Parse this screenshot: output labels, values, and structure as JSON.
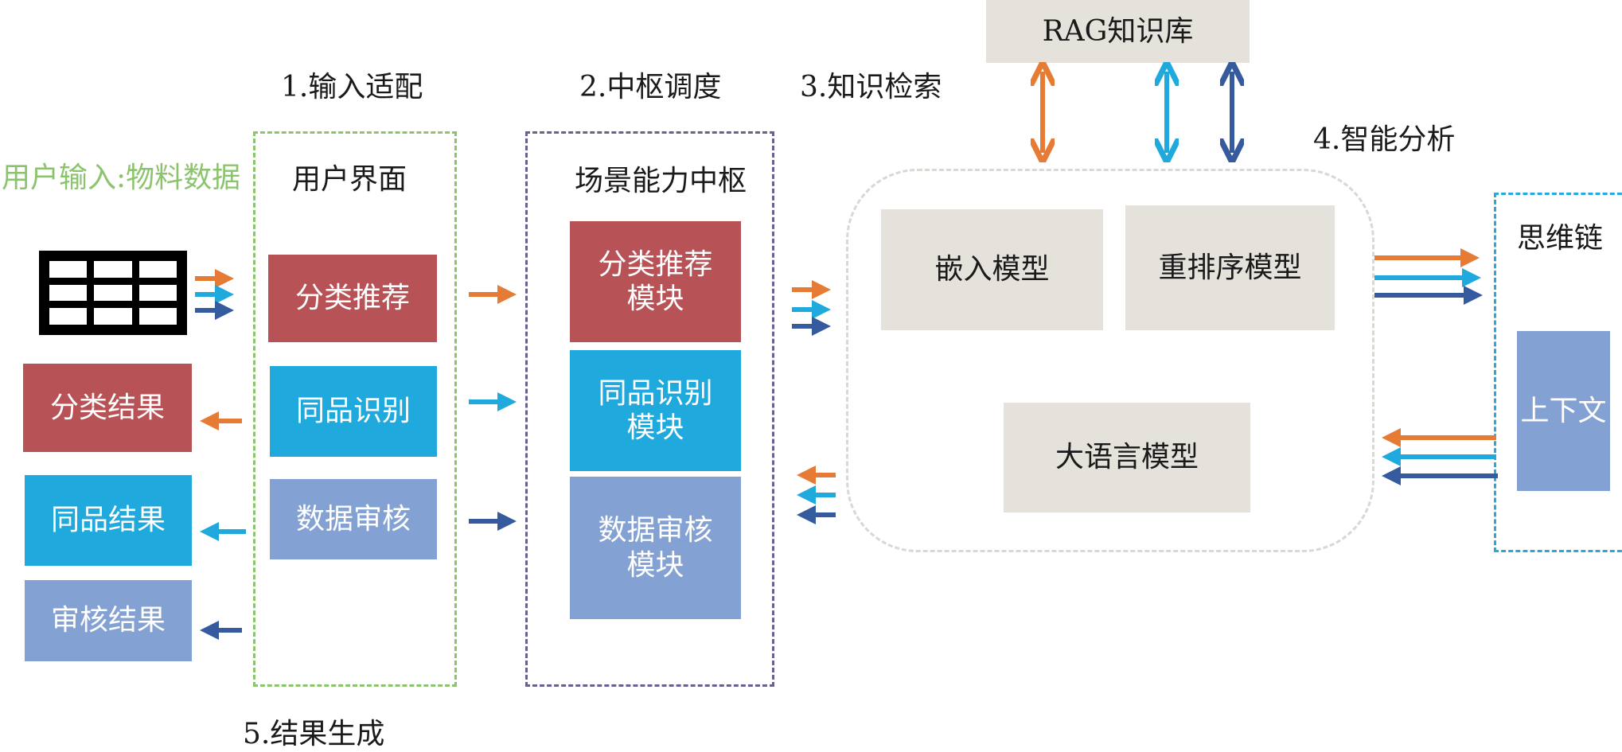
{
  "colors": {
    "orange": "#e57b34",
    "cyan": "#1fa9dd",
    "navy": "#355a9e",
    "red_block": "#b75356",
    "cyan_block": "#1fa9dd",
    "lavender_block": "#84a1d3",
    "gray_block": "#e4e2da",
    "input_label_green": "#8cc46e",
    "input_frame_green": "#8cc46e",
    "hub_frame_purple": "#6b5f8f",
    "analysis_frame_gray": "#d9d8d2",
    "cot_frame_cyan": "#2aa8d8"
  },
  "stages": {
    "input_adapt": "1.输入适配",
    "hub_dispatch": "2.中枢调度",
    "knowledge_retrieval": "3.知识检索",
    "intelligent_analysis": "4.智能分析",
    "result_generation": "5.结果生成"
  },
  "user_input_label": "用户输入:物料数据",
  "table_icon": "data-table-icon",
  "user_interface": {
    "title": "用户界面",
    "items": [
      "分类推荐",
      "同品识别",
      "数据审核"
    ]
  },
  "results": [
    "分类结果",
    "同品结果",
    "审核结果"
  ],
  "hub": {
    "title": "场景能力中枢",
    "modules": [
      {
        "line1": "分类推荐",
        "line2": "模块"
      },
      {
        "line1": "同品识别",
        "line2": "模块"
      },
      {
        "line1": "数据审核",
        "line2": "模块"
      }
    ]
  },
  "rag": {
    "label": "RAG知识库"
  },
  "analysis": {
    "embedding_model": "嵌入模型",
    "rerank_model": "重排序模型",
    "llm": "大语言模型"
  },
  "cot": {
    "title": "思维链",
    "context": "上下文"
  }
}
